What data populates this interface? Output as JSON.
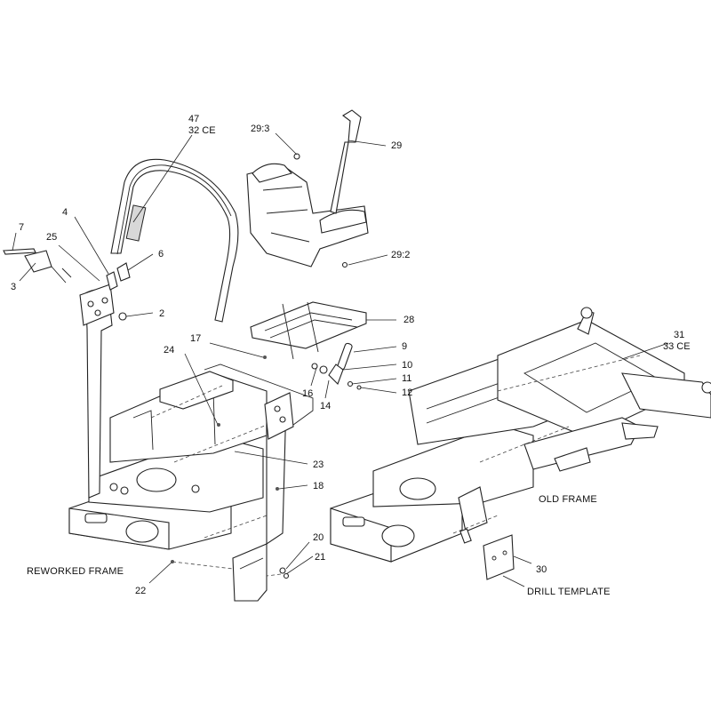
{
  "callouts": {
    "c47": "47",
    "c32ce": "32 CE",
    "c29_3": "29:3",
    "c29": "29",
    "c7": "7",
    "c4": "4",
    "c25": "25",
    "c6": "6",
    "c3": "3",
    "c29_2": "29:2",
    "c2": "2",
    "c28": "28",
    "c31": "31",
    "c33ce": "33 CE",
    "c17": "17",
    "c24": "24",
    "c9": "9",
    "c10": "10",
    "c11": "11",
    "c12": "12",
    "c16": "16",
    "c14": "14",
    "c23": "23",
    "c18": "18",
    "c20": "20",
    "c21": "21",
    "c22": "22",
    "c30": "30"
  },
  "captions": {
    "reworked_frame": "REWORKED FRAME",
    "old_frame": "OLD FRAME",
    "drill_template": "DRILL TEMPLATE"
  }
}
